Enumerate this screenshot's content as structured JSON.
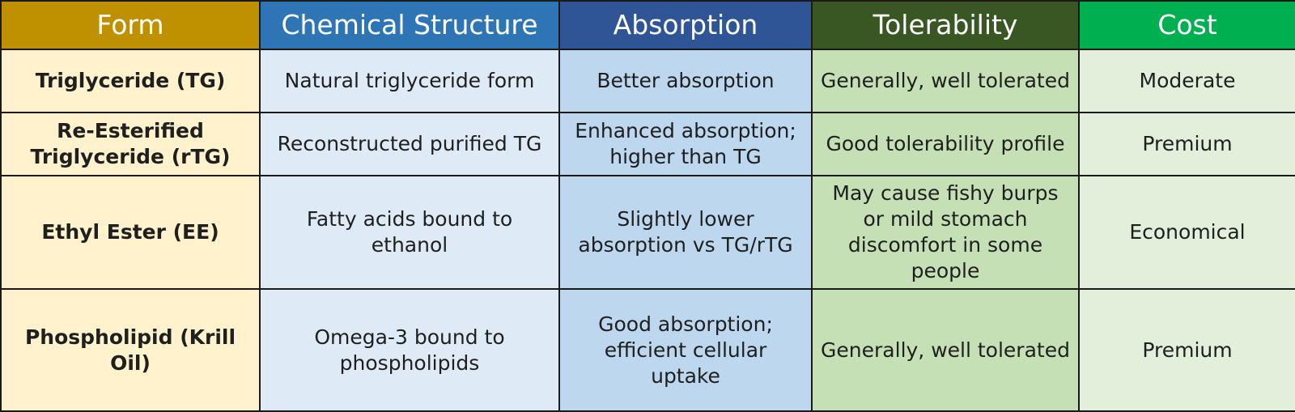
{
  "colors": {
    "form_header": "#bf9000",
    "chemical_header": "#2e75b6",
    "absorption_header": "#2f5597",
    "tolerability_header": "#385723",
    "cost_header": "#00b050",
    "form_body": "#fff2cc",
    "chemical_body": "#deebf7",
    "absorption_body": "#bdd7ee",
    "tolerability_body": "#c5e0b4",
    "cost_body": "#e2efda"
  },
  "table": {
    "headers": [
      "Form",
      "Chemical Structure",
      "Absorption",
      "Tolerability",
      "Cost"
    ],
    "rows": [
      {
        "form": "Triglyceride (TG)",
        "chemical_structure": "Natural triglyceride form",
        "absorption": "Better absorption",
        "tolerability": "Generally, well tolerated",
        "cost": "Moderate"
      },
      {
        "form": "Re-Esterified Triglyceride (rTG)",
        "chemical_structure": "Reconstructed purified TG",
        "absorption": "Enhanced absorption; higher than TG",
        "tolerability": "Good tolerability profile",
        "cost": "Premium"
      },
      {
        "form": "Ethyl Ester (EE)",
        "chemical_structure": "Fatty acids bound to ethanol",
        "absorption": "Slightly lower absorption vs TG/rTG",
        "tolerability": "May cause fishy burps or mild stomach discomfort in some people",
        "cost": "Economical"
      },
      {
        "form": "Phospholipid (Krill Oil)",
        "chemical_structure": "Omega-3 bound to phospholipids",
        "absorption": "Good absorption; efficient cellular uptake",
        "tolerability": "Generally, well tolerated",
        "cost": "Premium"
      }
    ]
  }
}
